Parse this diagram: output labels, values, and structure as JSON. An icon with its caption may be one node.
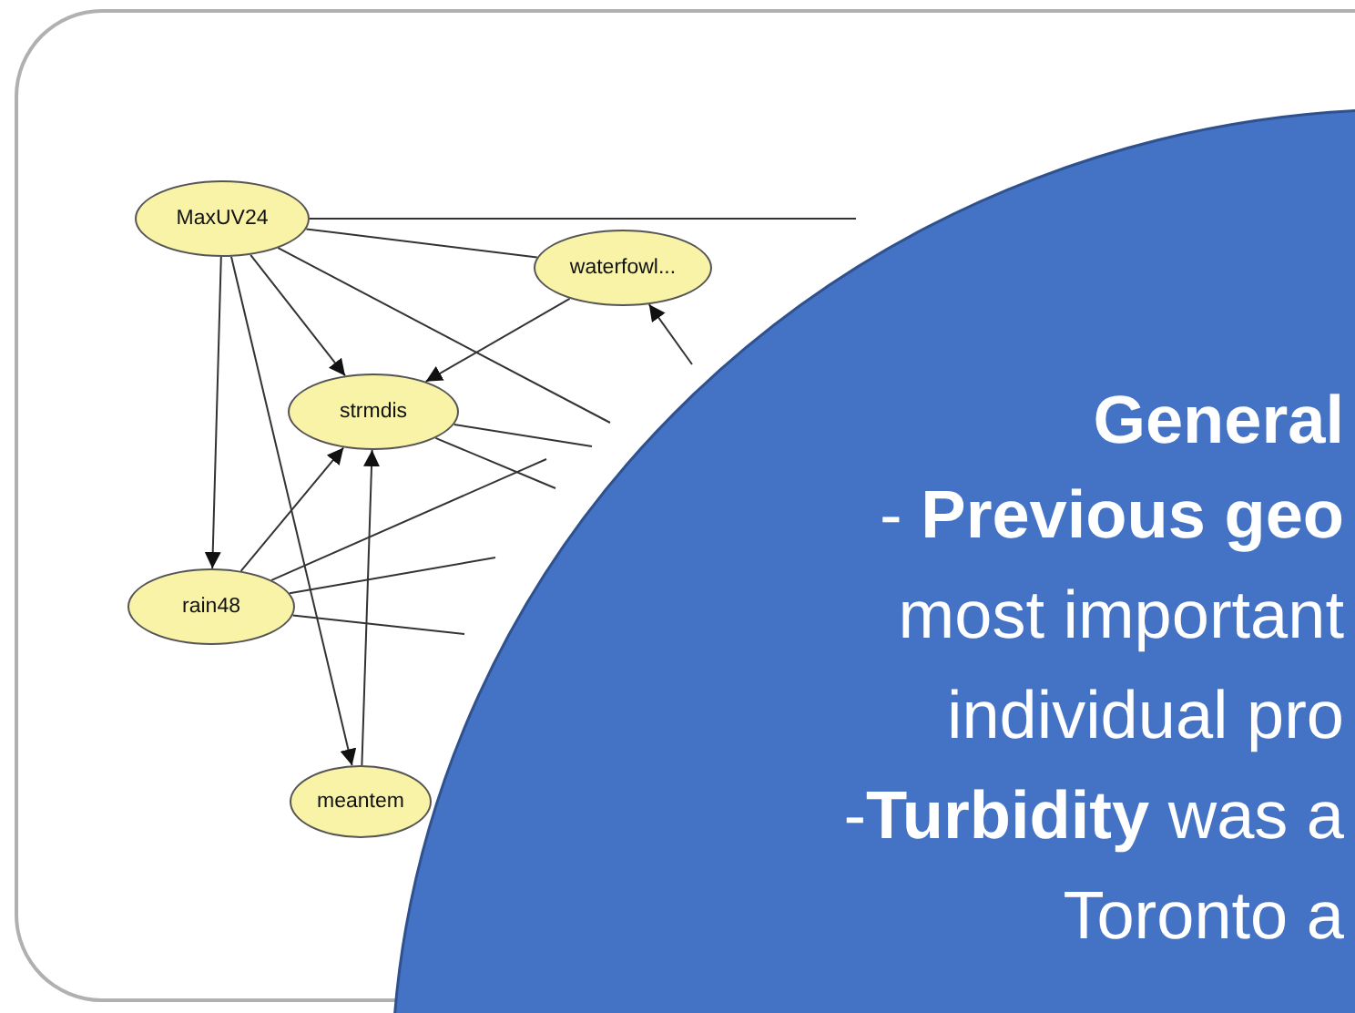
{
  "diagram": {
    "nodes": [
      {
        "text": [
          "MaxUV24"
        ]
      },
      {
        "text": [
          "waterfowl..."
        ]
      },
      {
        "text": [
          "strmdis"
        ]
      },
      {
        "text": [
          "rain48"
        ]
      },
      {
        "text": [
          "meantem"
        ]
      },
      {
        "text": [
          "General",
          "- **Previous geo**",
          "most important",
          "individual pro",
          "-**Turbidity** was a",
          "Toronto a"
        ]
      }
    ],
    "edges": [
      {
        "from": 0,
        "to": null,
        "arrow": "none"
      },
      {
        "from": 0,
        "to": 1,
        "arrow": "none"
      },
      {
        "from": 0,
        "to": 2,
        "arrow": "to"
      },
      {
        "from": 0,
        "to": 3,
        "arrow": "to"
      },
      {
        "from": 0,
        "to": 4,
        "arrow": "to"
      },
      {
        "from": 0,
        "to": null,
        "arrow": "none"
      },
      {
        "from": 1,
        "to": 2,
        "arrow": "to"
      },
      {
        "from": null,
        "to": 1,
        "arrow": "to"
      },
      {
        "from": 2,
        "to": null,
        "arrow": "none"
      },
      {
        "from": 2,
        "to": null,
        "arrow": "none"
      },
      {
        "from": 3,
        "to": 2,
        "arrow": "to"
      },
      {
        "from": 4,
        "to": 2,
        "arrow": "to"
      },
      {
        "from": 3,
        "to": null,
        "arrow": "none"
      },
      {
        "from": 3,
        "to": null,
        "arrow": "none"
      },
      {
        "from": 3,
        "to": null,
        "arrow": "none"
      }
    ]
  }
}
